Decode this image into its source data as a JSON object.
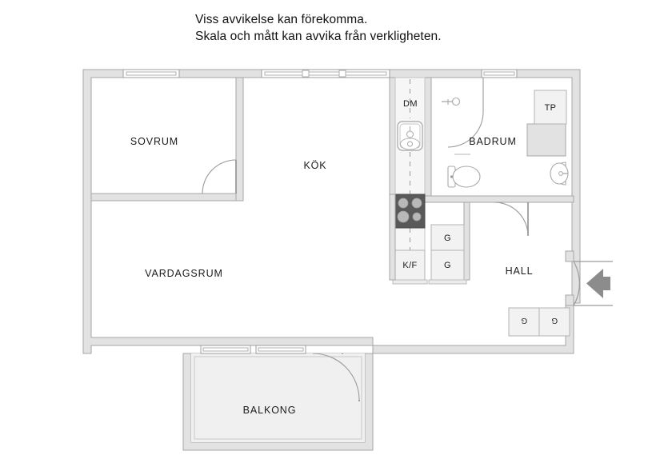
{
  "header": {
    "line1": "Viss avvikelse kan förekomma.",
    "line2": "Skala och mått kan avvika från verkligheten."
  },
  "rooms": [
    {
      "key": "sovrum",
      "label": "SOVRUM"
    },
    {
      "key": "kok",
      "label": "KÖK"
    },
    {
      "key": "badrum",
      "label": "BADRUM"
    },
    {
      "key": "hall",
      "label": "HALL"
    },
    {
      "key": "vardagsrum",
      "label": "VARDAGSRUM"
    },
    {
      "key": "balkong",
      "label": "BALKONG"
    }
  ],
  "fixtures": {
    "dishwasher": "DM",
    "fridge_freezer": "K/F",
    "washer": "TP",
    "kitchen_cabinet_1": "G",
    "kitchen_cabinet_2": "G",
    "hall_closet_1": "G",
    "hall_closet_2": "G"
  },
  "colors": {
    "wall_fill": "#e2e2e2",
    "wall_stroke": "#a6a6a6",
    "room_fill": "#ffffff",
    "balcony_fill": "#f0f0f0",
    "cabinet_fill": "#f2f2f2",
    "cabinet_stroke": "#b3b3b3",
    "stove_fill": "#595959",
    "burner_fill": "#b8b8b8",
    "door_arc": "#9a9a9a",
    "arrow_fill": "#8c8c8c",
    "text": "#1b1b1b"
  }
}
